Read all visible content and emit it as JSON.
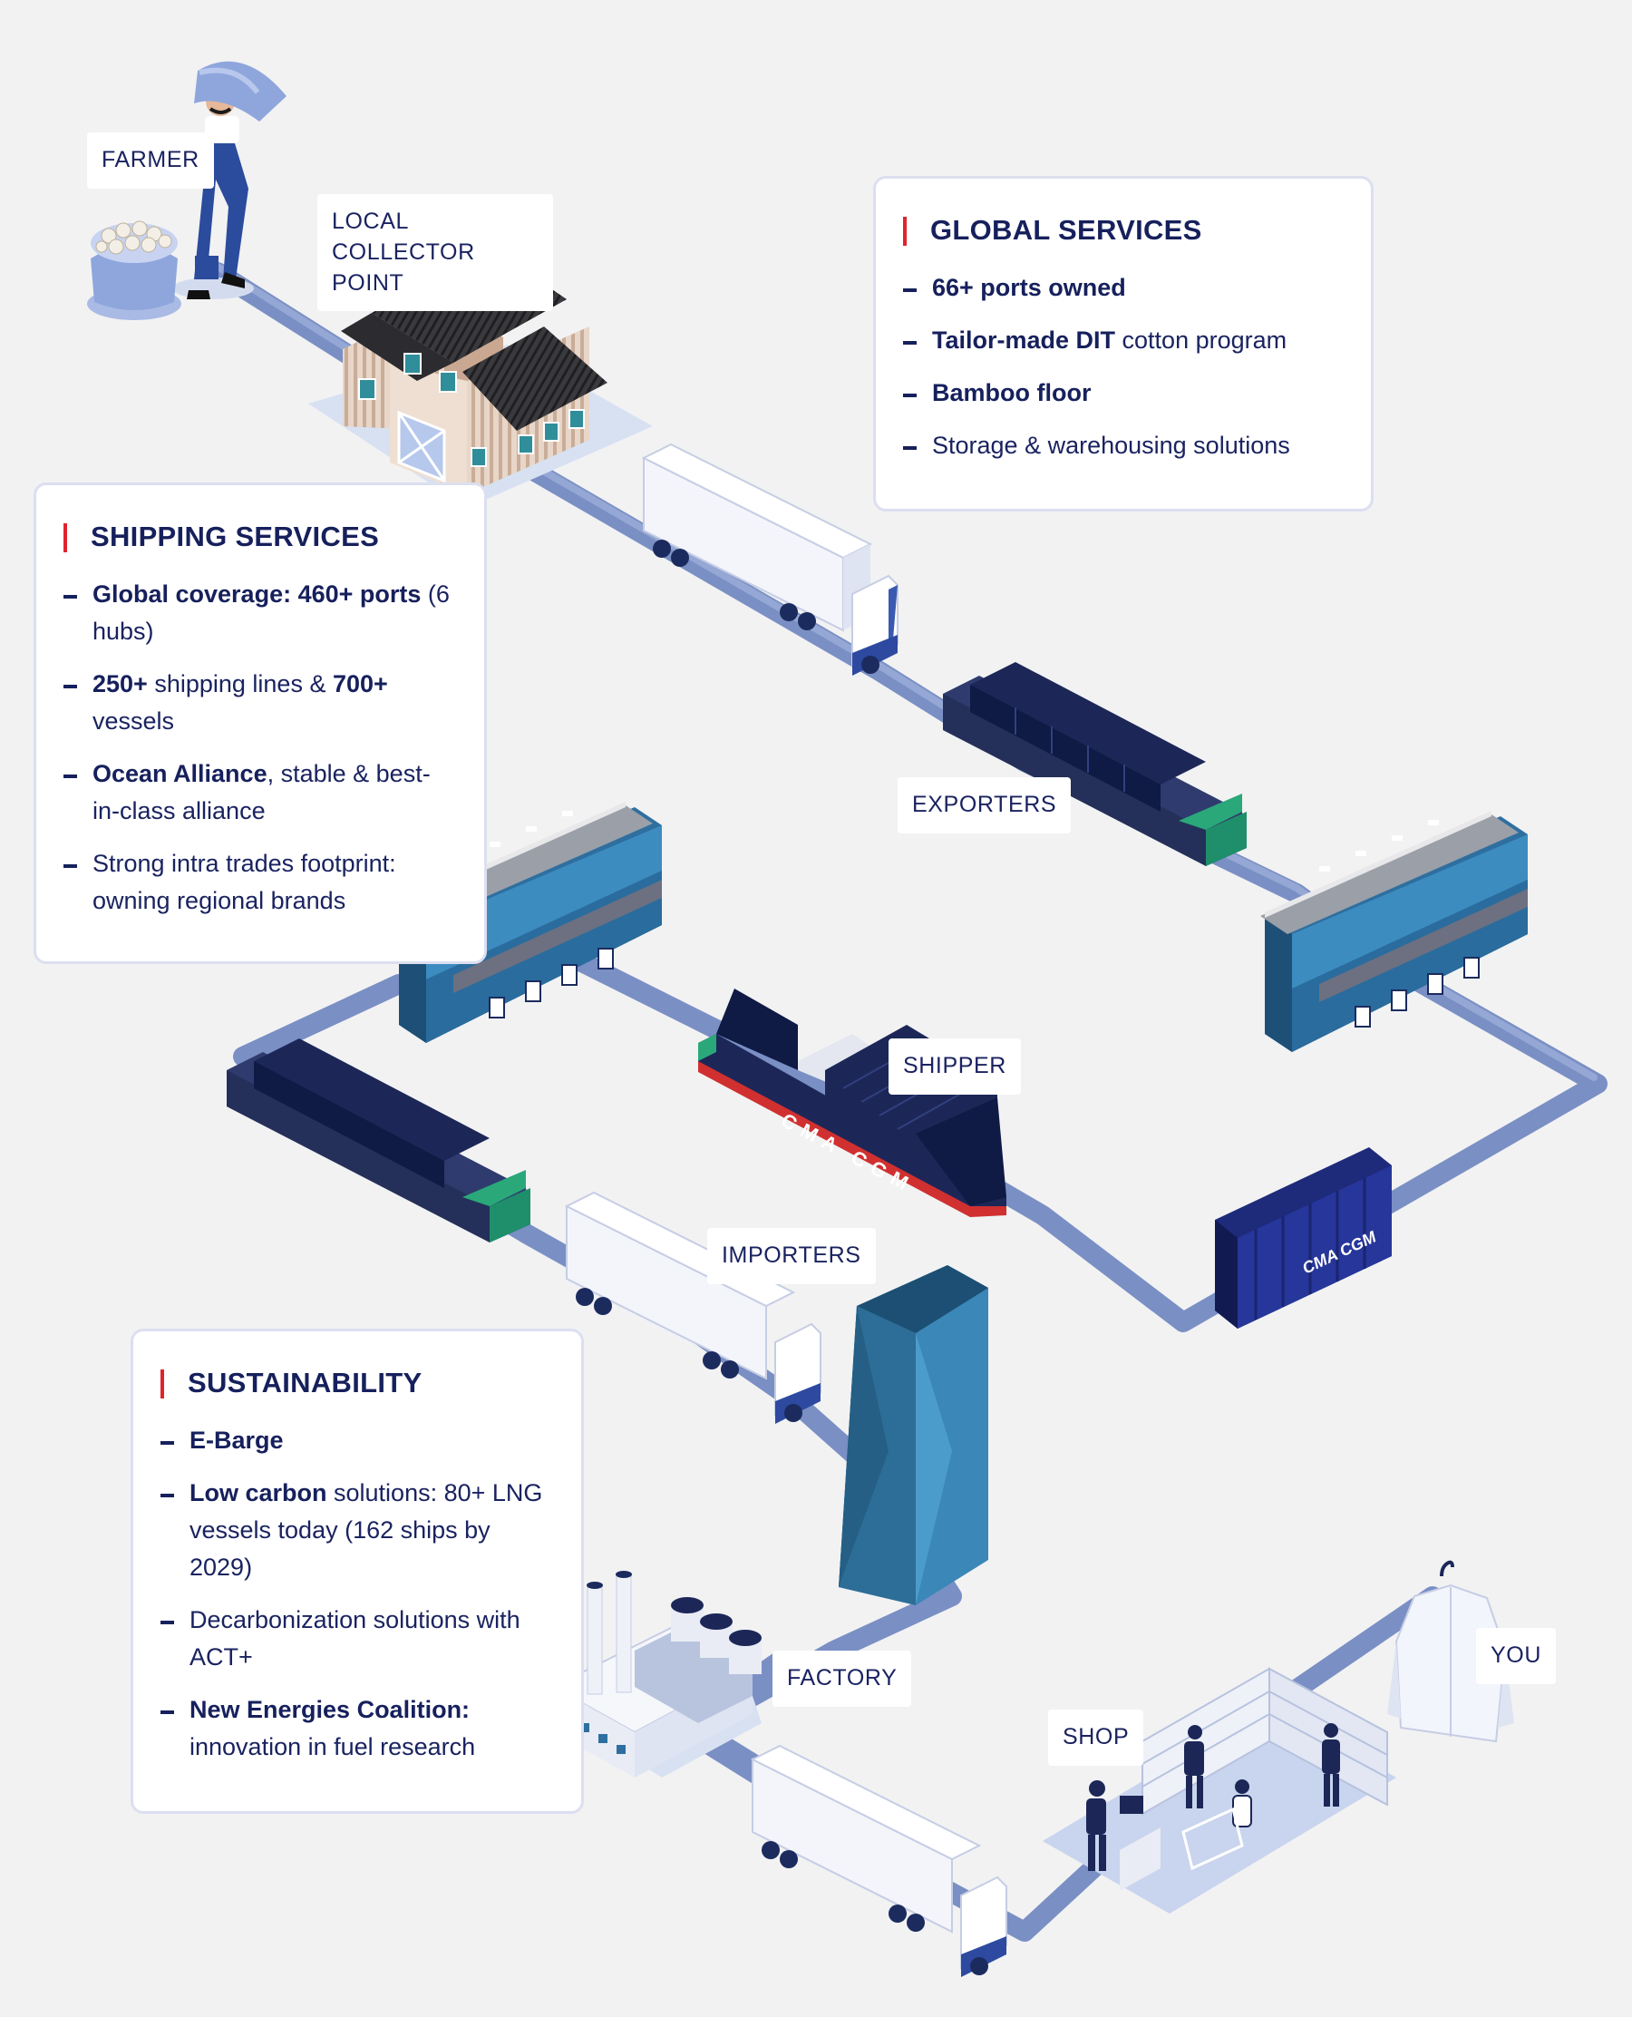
{
  "stages": {
    "farmer": "FARMER",
    "collector": "LOCAL COLLECTOR",
    "collector_line2": "POINT",
    "exporters": "EXPORTERS",
    "shipper": "SHIPPER",
    "importers": "IMPORTERS",
    "factory": "FACTORY",
    "shop": "SHOP",
    "you": "YOU"
  },
  "ship_brand": "CMA CGM",
  "container_brand": "CMA CGM",
  "global_services": {
    "title": "GLOBAL SERVICES",
    "items": [
      {
        "bold": "66+ ports owned",
        "text": ""
      },
      {
        "bold": "Tailor-made DIT",
        "text": " cotton program"
      },
      {
        "bold": "Bamboo floor",
        "text": ""
      },
      {
        "bold": "",
        "text": "Storage & warehousing solutions"
      }
    ]
  },
  "shipping_services": {
    "title": "SHIPPING SERVICES",
    "items": [
      {
        "bold": "Global coverage: 460+ ports",
        "text": " (6 hubs)"
      },
      {
        "bold": "250+",
        "text": " shipping lines & ",
        "bold2": "700+",
        "text2": " vessels"
      },
      {
        "bold": "Ocean Alliance",
        "text": ", stable  & best-in-class alliance"
      },
      {
        "bold": "",
        "text": "Strong intra trades footprint: owning regional brands"
      }
    ]
  },
  "sustainability": {
    "title": "SUSTAINABILITY",
    "items": [
      {
        "bold": "E-Barge",
        "text": ""
      },
      {
        "bold": "Low carbon",
        "text": " solutions: 80+ LNG vessels today  (162 ships by 2029)"
      },
      {
        "bold": "",
        "text": "Decarbonization solutions with ACT+"
      },
      {
        "bold": "New Energies Coalition:",
        "text": " innovation in fuel research"
      }
    ]
  },
  "colors": {
    "background": "#f2f2f3",
    "navy": "#16205c",
    "accent_red": "#e0242c",
    "road": "#7a8fc4",
    "building_blue": "#3a87b8",
    "teal": "#2aa87a"
  }
}
